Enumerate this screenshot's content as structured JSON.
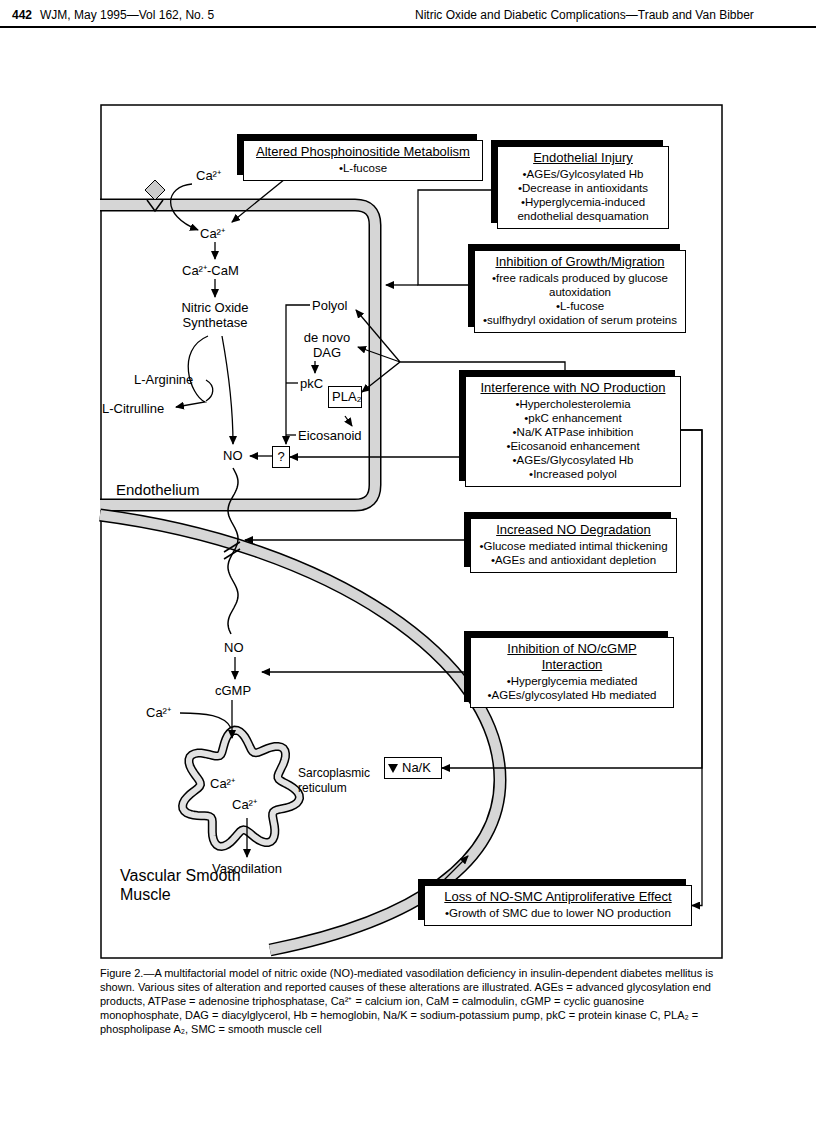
{
  "diagram": {
    "caption": "Figure 2.—A multifactorial model of nitric oxide (NO)-mediated vasodilation deficiency in insulin-dependent diabetes mellitus is shown. Various sites of alteration and reported causes of these alterations are illustrated. AGEs = advanced glycosylation end products, ATPase = adenosine triphosphatase, Ca²⁺ = calcium ion, CaM = calmodulin, cGMP = cyclic guanosine monophosphate, DAG = diacylglycerol, Hb = hemoglobin, Na/K = sodium-potassium pump, pkC = protein kinase C, PLA₂ = phospholipase A₂, SMC = smooth muscle cell",
    "nodes": [
      {
        "text": [
          "Altered Phosphoinositide Metabolism",
          "•L-fucose"
        ]
      },
      {
        "text": [
          "Endothelial Injury",
          "•AGEs/Gylcosylated Hb",
          "•Decrease in antioxidants",
          "•Hyperglycemia-induced endothelial desquamation"
        ]
      },
      {
        "text": [
          "Inhibition of Growth/Migration",
          "•free radicals produced by glucose autoxidation",
          "•L-fucose",
          "•sulfhydryl oxidation of serum proteins"
        ]
      },
      {
        "text": [
          "PLA₂"
        ]
      },
      {
        "text": [
          "?"
        ]
      },
      {
        "text": [
          "Interference with NO Production",
          "•Hypercholesterolemia",
          "•pkC enhancement",
          "•Na/K ATPase inhibition",
          "•Eicosanoid enhancement",
          "•AGEs/Glycosylated Hb",
          "•Increased polyol"
        ]
      },
      {
        "text": [
          "Increased NO Degradation",
          "•Glucose mediated intimal thickening",
          "•AGEs and antioxidant depletion"
        ]
      },
      {
        "text": [
          "Inhibition of NO/cGMP Interaction",
          "•Hyperglycemia mediated",
          "•AGEs/glycosylated Hb mediated"
        ]
      },
      {
        "text": [
          "Na/K"
        ]
      },
      {
        "text": [
          "Loss of NO-SMC Antiproliferative Effect",
          "•Growth of SMC due to lower NO production"
        ]
      }
    ],
    "edges": [
      {
        "from": 5,
        "to": 4,
        "arrow": "to"
      },
      {
        "from": 5,
        "to": 3,
        "arrow": "to"
      },
      {
        "from": 5,
        "to": 8,
        "arrow": "to"
      },
      {
        "from": 5,
        "to": 9,
        "arrow": "to"
      }
    ],
    "labels": [
      "442",
      "WJM, May 1995—Vol 162, No. 5",
      "Nitric Oxide and Diabetic Complications—Traub and Van Bibber",
      "Ca²⁺",
      "Ca²⁺",
      "Ca²⁺-CaM",
      "Nitric Oxide Synthetase",
      "L-Arginine",
      "L-Citrulline",
      "NO",
      "Polyol",
      "de novo DAG",
      "pkC",
      "Eicosanoid",
      "Endothelium",
      "NO",
      "cGMP",
      "Ca²⁺",
      "Ca²⁺",
      "Ca²⁺",
      "Sarcoplasmic reticulum",
      "Vasodilation",
      "Vascular Smooth Muscle"
    ]
  }
}
